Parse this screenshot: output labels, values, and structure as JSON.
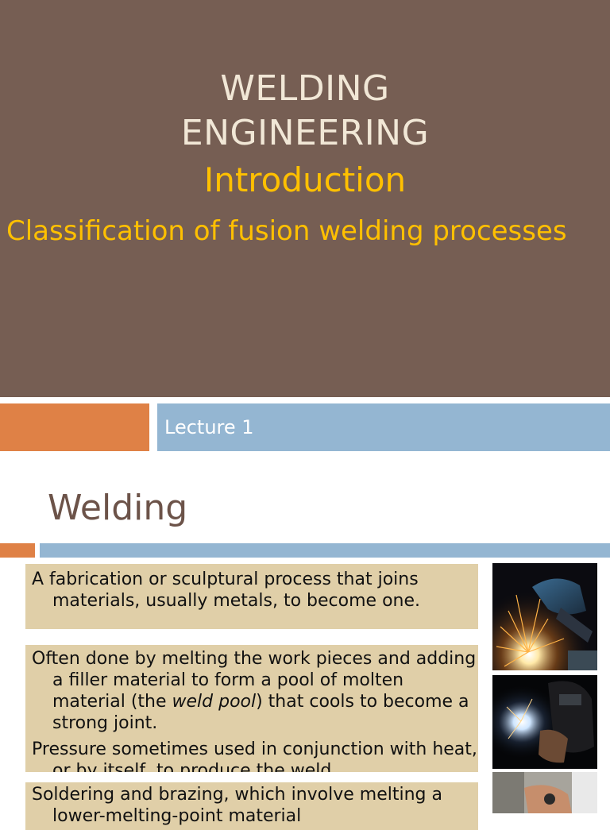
{
  "title_slide": {
    "title_line1": "WELDING",
    "title_line2": "ENGINEERING",
    "subtitle": "Introduction",
    "topic": "Classification of fusion welding processes"
  },
  "lecture_bar": {
    "label": "Lecture 1"
  },
  "content_slide": {
    "title": "Welding",
    "boxes": [
      {
        "text": "A fabrication or sculptural process that joins materials, usually metals, to become one."
      },
      {
        "p1_before": "Often done by melting the work pieces and adding a filler material to form a pool of molten material (the ",
        "p1_italic": "weld pool",
        "p1_after": ") that cools to become a strong joint.",
        "p2": "Pressure sometimes used in conjunction with heat, or by itself, to produce the weld."
      },
      {
        "text": "Soldering and brazing, which involve melting a lower-melting-point material"
      }
    ],
    "images": [
      {
        "icon": "welding-sparks-photo"
      },
      {
        "icon": "welder-mask-photo"
      },
      {
        "icon": "welder-hands-photo"
      }
    ]
  },
  "colors": {
    "title_bg": "#765e53",
    "title_text": "#f1e7d6",
    "accent_yellow": "#ffc000",
    "accent_orange": "#df8146",
    "accent_blue": "#94b6d2",
    "box_bg": "#e0cfa8",
    "heading_brown": "#6c5349"
  }
}
